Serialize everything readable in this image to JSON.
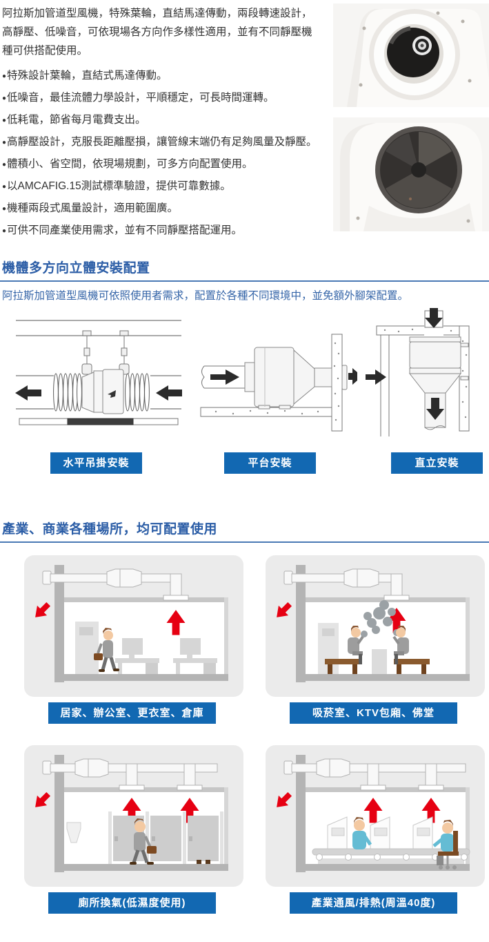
{
  "colors": {
    "accent_blue": "#1268b2",
    "heading_blue": "#2b5da6",
    "desc_blue": "#3565a8",
    "body_text": "#333333",
    "arrow_red": "#e60012"
  },
  "intro": {
    "paragraph": "阿拉斯加管道型風機，特殊葉輪，直結馬達傳動，兩段轉速設計，高靜壓、低噪音，可依現場各方向作多樣性適用，並有不同靜壓機種可供搭配使用。",
    "bullets": [
      "特殊設計葉輪，直結式馬達傳動。",
      "低噪音，最佳流體力學設計，平順穩定，可長時間運轉。",
      "低耗電，節省每月電費支出。",
      "高靜壓設計，克服長距離壓損，讓管線末端仍有足夠風量及靜壓。",
      "體積小、省空間，依現場規劃，可多方向配置使用。",
      "以AMCAFIG.15測試標準驗證，提供可靠數據。",
      "機種兩段式風量設計，適用範圍廣。",
      "可供不同產業使用需求，並有不同靜壓搭配運用。"
    ]
  },
  "product_photos": [
    {
      "name": "duct-fan-inlet-photo"
    },
    {
      "name": "duct-fan-impeller-photo"
    }
  ],
  "install_section": {
    "title": "機體多方向立體安裝配置",
    "description": "阿拉斯加管道型風機可依照使用者需求，配置於各種不同環境中，並免額外腳架配置。",
    "methods": [
      "水平吊掛安裝",
      "平台安裝",
      "直立安裝"
    ]
  },
  "application_section": {
    "title": "產業、商業各種場所，均可配置使用",
    "locations": [
      "居家、辦公室、更衣室、倉庫",
      "吸菸室、KTV包廂、佛堂",
      "廁所換氣(低濕度使用)",
      "產業通風/排熱(周溫40度)"
    ]
  }
}
